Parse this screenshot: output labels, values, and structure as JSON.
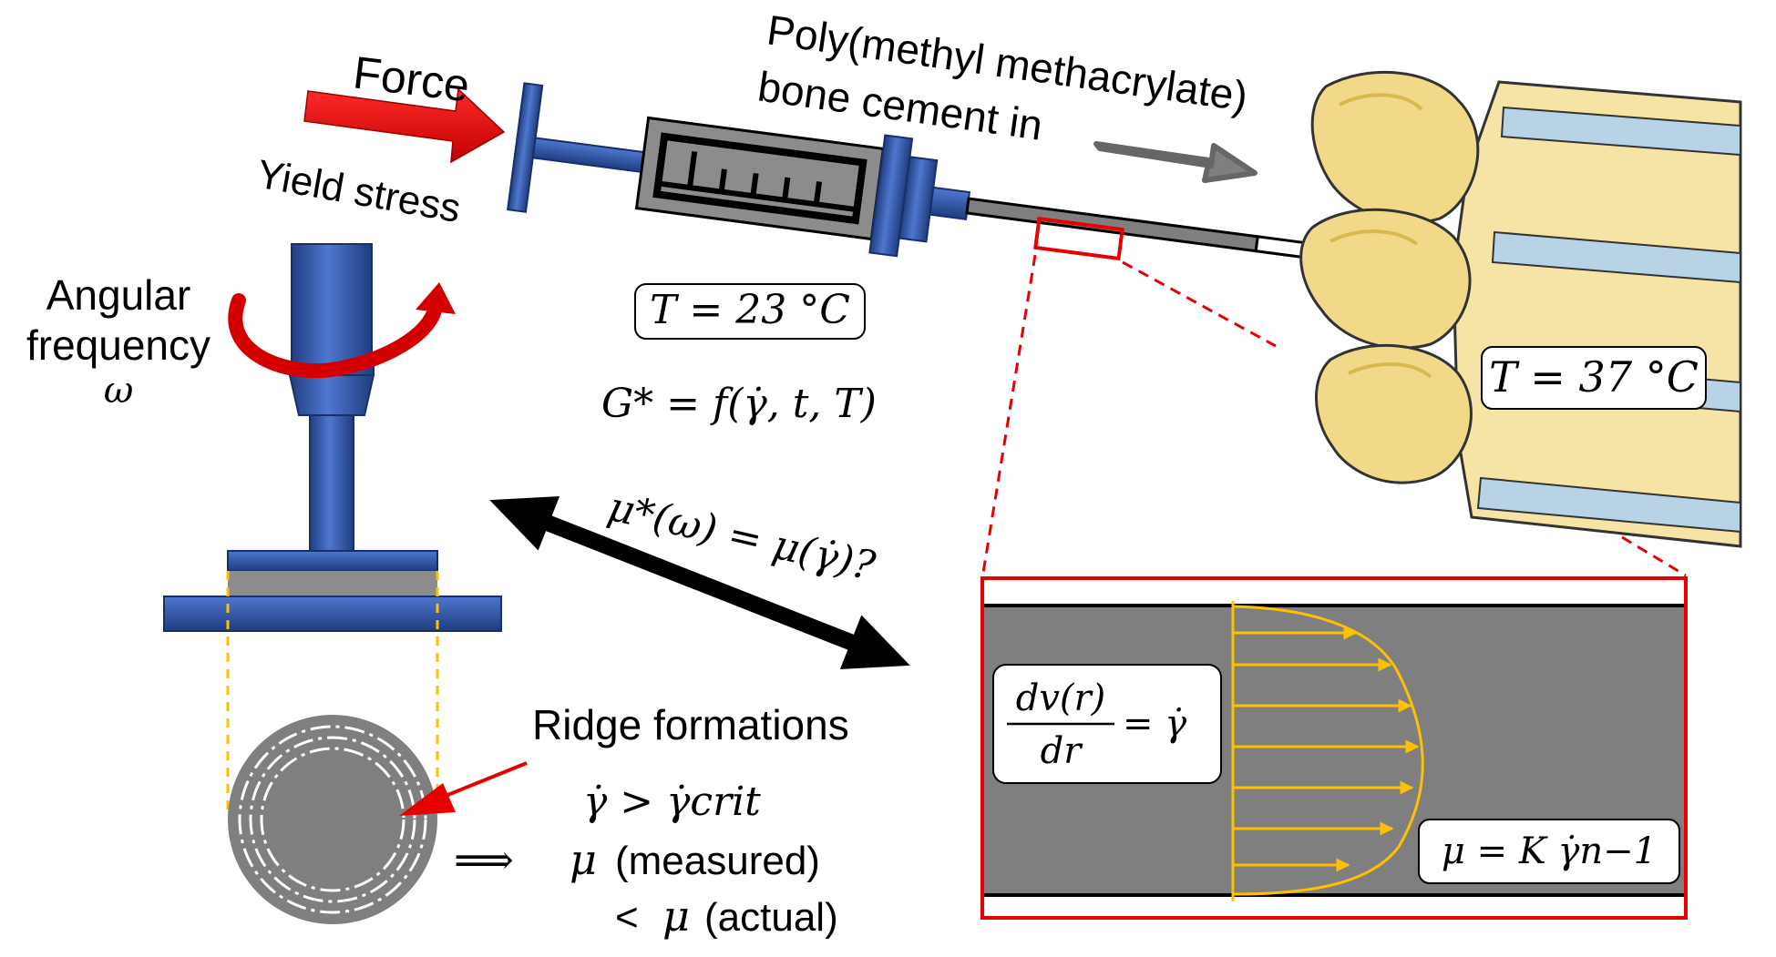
{
  "labels": {
    "force": "Force",
    "yield_stress": "Yield stress",
    "pmma_line1": "Poly(methyl methacrylate)",
    "pmma_line2": "bone cement in",
    "angular_line1": "Angular",
    "angular_line2": "frequency",
    "omega": "ω",
    "ridge": "Ridge formations",
    "measured": "(measured)",
    "actual": "(actual)",
    "implies": "⟹",
    "less_than": "<",
    "mu": "μ"
  },
  "equations": {
    "t_room": "T = 23 °C",
    "t_body": "T = 37 °C",
    "g_star": "G* = f(γ̇, t, T)",
    "mu_star": "μ*(ω) = μ(γ̇)?",
    "crit": "γ̇ > γ̇crit",
    "shear_num": "dv(r)",
    "shear_den": "dr",
    "shear_rhs": "= γ̇",
    "power_law": "μ = K γ̇n−1"
  },
  "colors": {
    "blue": "#3a5eb5",
    "blue_dark": "#1f3d80",
    "red": "#e60000",
    "gray": "#7f7f7f",
    "orange": "#ffc000",
    "bone": "#f6e3a6",
    "disc": "#b9d3e6"
  }
}
